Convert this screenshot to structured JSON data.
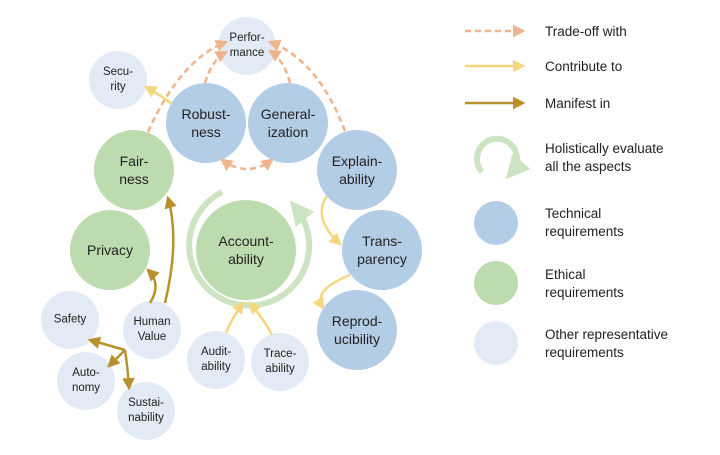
{
  "nodes": {
    "performance": [
      "Perfor-",
      "mance"
    ],
    "security": [
      "Secu-",
      "rity"
    ],
    "robustness": [
      "Robust-",
      "ness"
    ],
    "generalization": [
      "General-",
      "ization"
    ],
    "fairness": [
      "Fair-",
      "ness"
    ],
    "explainability": [
      "Explain-",
      "ability"
    ],
    "privacy": [
      "Privacy"
    ],
    "accountability": [
      "Account-",
      "ability"
    ],
    "transparency": [
      "Trans-",
      "parency"
    ],
    "safety": [
      "Safety"
    ],
    "human_value": [
      "Human",
      "Value"
    ],
    "reproducibility": [
      "Reprod-",
      "ucibility"
    ],
    "autonomy": [
      "Auto-",
      "nomy"
    ],
    "auditability": [
      "Audit-",
      "ability"
    ],
    "traceability": [
      "Trace-",
      "ability"
    ],
    "sustainability": [
      "Sustai-",
      "nability"
    ]
  },
  "legend": {
    "tradeoff": "Trade-off with",
    "contribute": "Contribute to",
    "manifest": "Manifest in",
    "holistic": [
      "Holistically evaluate",
      "all the aspects"
    ],
    "technical": [
      "Technical",
      "requirements"
    ],
    "ethical": [
      "Ethical",
      "requirements"
    ],
    "other": [
      "Other representative",
      "requirements"
    ]
  },
  "colors": {
    "technical": "#b4cde6",
    "ethical": "#bcdcb0",
    "other": "#e2ebf5",
    "tradeoff": "#f0b48c",
    "contribute": "#f6d67e",
    "manifest": "#b8902c",
    "holistic": "#cce4c2"
  }
}
